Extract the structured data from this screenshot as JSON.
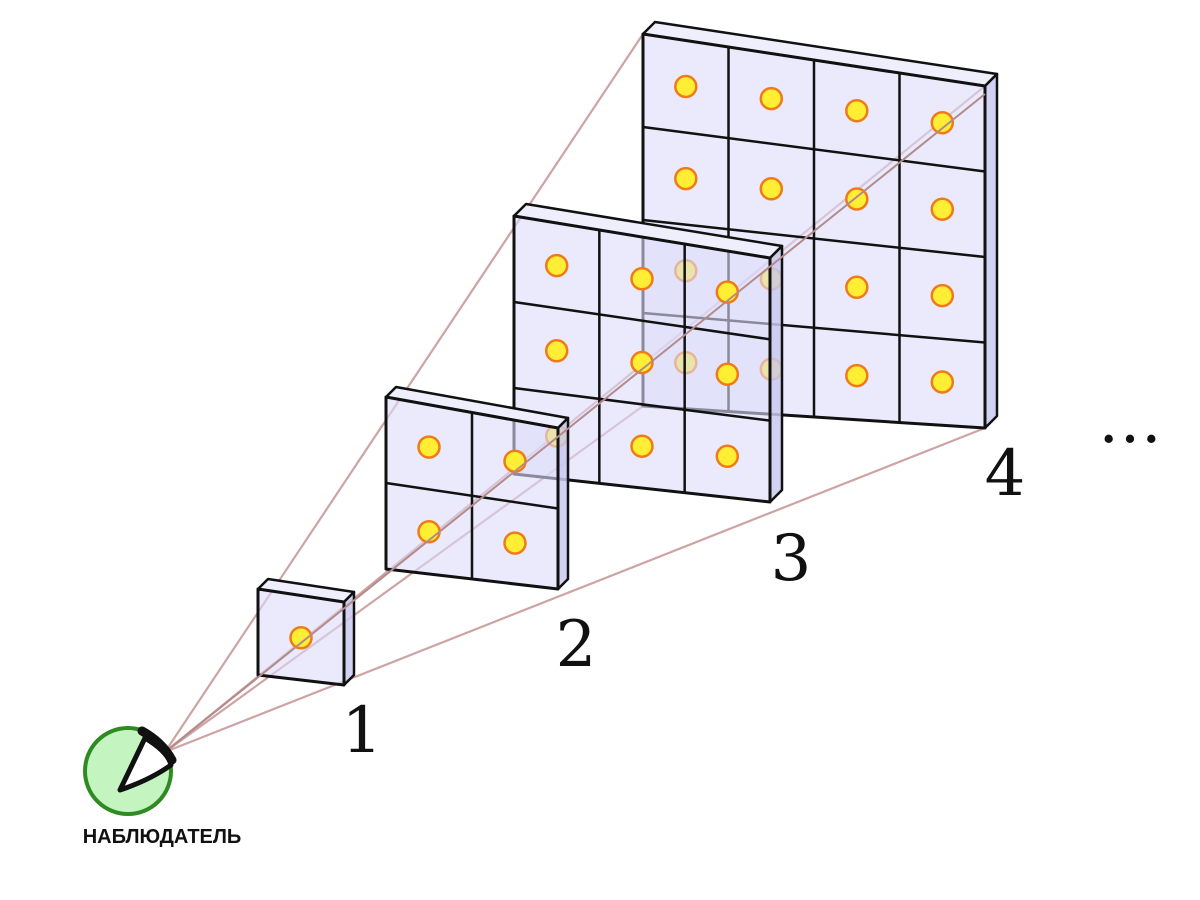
{
  "observer": {
    "label": "НАБЛЮДАТЕЛЬ",
    "icon": "eye-icon",
    "fill_color": "#c4f5c0",
    "stroke_color": "#2e8b22"
  },
  "frames": [
    {
      "label": "1",
      "grid": 1
    },
    {
      "label": "2",
      "grid": 2
    },
    {
      "label": "3",
      "grid": 3
    },
    {
      "label": "4",
      "grid": 4
    }
  ],
  "ellipsis": "…",
  "colors": {
    "frame_fill": "#dcdcfa",
    "frame_stroke": "#111111",
    "dot_fill": "#ffee33",
    "dot_stroke": "#f07a1a",
    "ray": "#c99a9a"
  }
}
